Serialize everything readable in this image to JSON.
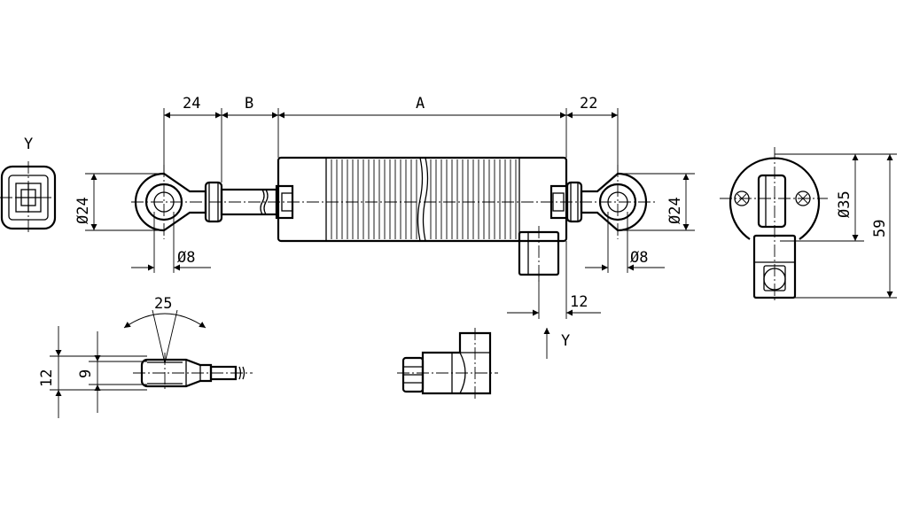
{
  "labels": {
    "dim_24_top": "24",
    "dim_b": "B",
    "dim_a": "A",
    "dim_22": "22",
    "dim_dia24_left": "Ø24",
    "dim_dia24_right": "Ø24",
    "dim_dia8_left": "Ø8",
    "dim_dia8_right": "Ø8",
    "dim_12_connector": "12",
    "view_y_mark": "Y",
    "view_y_title": "Y",
    "dim_25_angle": "25",
    "dim_12_side": "12",
    "dim_9_side": "9",
    "dim_dia35": "Ø35",
    "dim_59": "59"
  }
}
